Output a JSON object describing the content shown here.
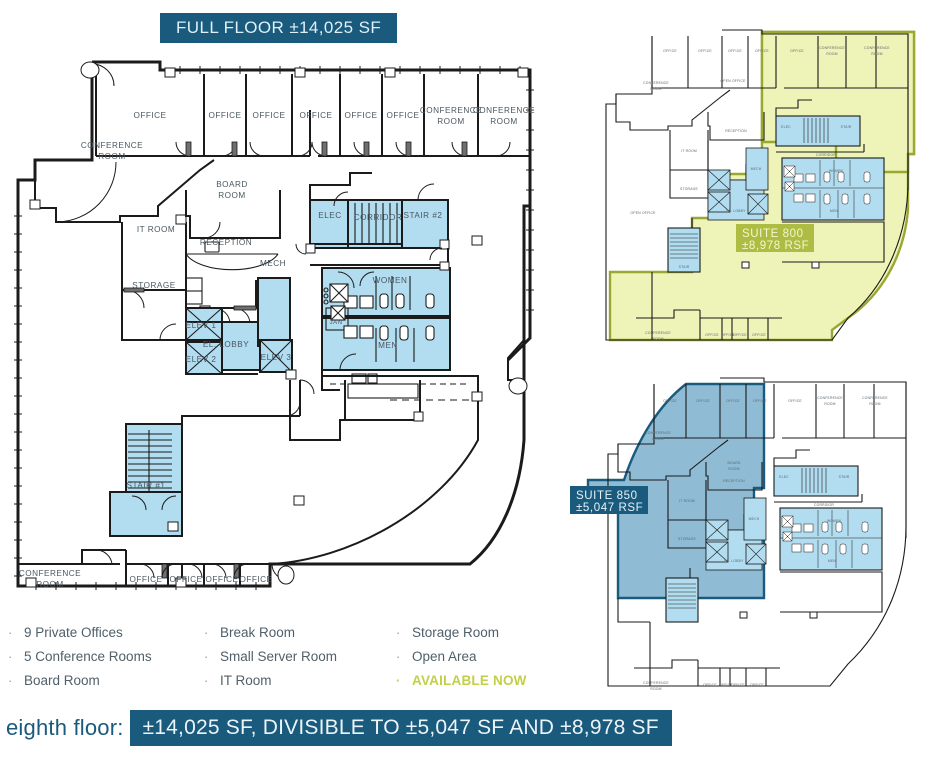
{
  "header": {
    "full_floor_banner": "FULL FLOOR ±14,025 SF"
  },
  "footer": {
    "floor_label": "eighth floor:",
    "summary": "±14,025 SF, DIVISIBLE TO ±5,047 SF AND ±8,978 SF"
  },
  "features": {
    "bullet": "·",
    "items": [
      "9 Private Offices",
      "Break Room",
      "Storage Room",
      "5 Conference Rooms",
      "Small Server Room",
      "Open Area",
      "Board Room",
      "IT Room",
      "AVAILABLE NOW"
    ],
    "available_index": 8
  },
  "suites": [
    {
      "id": "suite-800",
      "name": "SUITE 800",
      "area": "±8,978 RSF",
      "color": "#aebc43"
    },
    {
      "id": "suite-850",
      "name": "SUITE 850",
      "area": "±5,047 RSF",
      "color": "#1a5a7d"
    }
  ],
  "main_plan": {
    "rooms_top": [
      "OFFICE",
      "OFFICE",
      "OFFICE",
      "OFFICE",
      "OFFICE",
      "OFFICE",
      "CONFERENCE ROOM",
      "CONFERENCE ROOM"
    ],
    "rooms_bottom": [
      "CONFERENCE ROOM",
      "OFFICE",
      "OFFICE",
      "OFFICE",
      "OFFICE"
    ],
    "labels": {
      "conference_left": "CONFERENCE ROOM",
      "it_room": "IT ROOM",
      "storage": "STORAGE",
      "board_room": "BOARD ROOM",
      "reception": "RECEPTION",
      "mech": "MECH",
      "elec": "ELEC",
      "corridor": "CORRIDOR",
      "stair2": "STAIR #2",
      "stair1": "STAIR #1",
      "elev1": "ELEV 1",
      "elev2": "ELEV 2",
      "elev3": "ELEV 3",
      "el_lobby": "EL. LOBBY",
      "women": "WOMEN",
      "men": "MEN",
      "jan": "JAN"
    }
  },
  "mini_plan_labels": {
    "office": "OFFICE",
    "conference_room": "CONFERENCE ROOM",
    "open_office": "OPEN OFFICE",
    "it_room": "IT ROOM",
    "storage": "STORAGE",
    "board_room": "BOARD ROOM",
    "reception": "RECEPTION",
    "mech": "MECH",
    "elec": "ELEC",
    "corridor": "CORRIDOR",
    "stair": "STAIR",
    "el_lobby": "EL. LOBBY",
    "women": "WOMEN",
    "men": "MEN",
    "elev": "ELEV"
  },
  "colors": {
    "banner_blue": "#1a5a7d",
    "highlight_green": "#eef3b8",
    "highlight_green_stroke": "#9aa832",
    "highlight_blue": "#8fbcd4",
    "plan_fill_blue": "#b2dcf0",
    "available_text": "#c2cf49"
  }
}
